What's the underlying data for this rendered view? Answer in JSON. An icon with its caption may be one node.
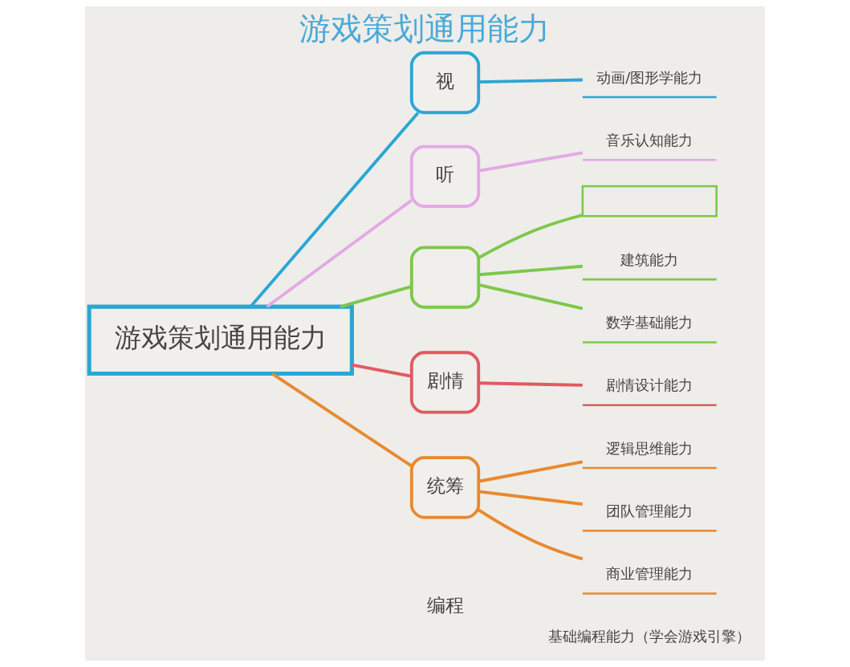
{
  "diagram": {
    "title": "游戏策划通用能力",
    "nodes": [
      {
        "text": [
          "游戏策划通用能力"
        ]
      },
      {
        "text": [
          "视"
        ]
      },
      {
        "text": [
          "动画/图形学能力"
        ]
      },
      {
        "text": [
          "听"
        ]
      },
      {
        "text": [
          "音乐认知能力"
        ]
      },
      {
        "text": [],
        "shape": "box"
      },
      {
        "text": [],
        "shape": "box"
      },
      {
        "text": [
          "建筑能力"
        ]
      },
      {
        "text": [
          "数学基础能力"
        ]
      },
      {
        "text": [
          "剧情"
        ]
      },
      {
        "text": [
          "剧情设计能力"
        ]
      },
      {
        "text": [
          "统筹"
        ]
      },
      {
        "text": [
          "逻辑思维能力"
        ]
      },
      {
        "text": [
          "团队管理能力"
        ]
      },
      {
        "text": [
          "商业管理能力"
        ]
      },
      {
        "text": [
          "编程"
        ]
      },
      {
        "text": [
          "基础编程能力（学会游戏引擎）"
        ]
      }
    ],
    "edges": [
      {
        "from": 0,
        "to": 1,
        "arrow": "none",
        "color": "#2aa6d5"
      },
      {
        "from": 1,
        "to": 2,
        "arrow": "none",
        "color": "#2aa6d5"
      },
      {
        "from": 0,
        "to": 3,
        "arrow": "none",
        "color": "#e4a8e6"
      },
      {
        "from": 3,
        "to": 4,
        "arrow": "none",
        "color": "#e4a8e6"
      },
      {
        "from": 0,
        "to": 5,
        "arrow": "none",
        "color": "#7cc84a"
      },
      {
        "from": 5,
        "to": 6,
        "arrow": "none",
        "color": "#7cc84a"
      },
      {
        "from": 5,
        "to": 7,
        "arrow": "none",
        "color": "#7cc84a"
      },
      {
        "from": 5,
        "to": 8,
        "arrow": "none",
        "color": "#7cc84a"
      },
      {
        "from": 0,
        "to": 9,
        "arrow": "none",
        "color": "#e05a62"
      },
      {
        "from": 9,
        "to": 10,
        "arrow": "none",
        "color": "#e05a62"
      },
      {
        "from": 0,
        "to": 11,
        "arrow": "none",
        "color": "#e8892e"
      },
      {
        "from": 11,
        "to": 12,
        "arrow": "none",
        "color": "#e8892e"
      },
      {
        "from": 11,
        "to": 13,
        "arrow": "none",
        "color": "#e8892e"
      },
      {
        "from": 11,
        "to": 14,
        "arrow": "none",
        "color": "#e8892e"
      }
    ]
  }
}
